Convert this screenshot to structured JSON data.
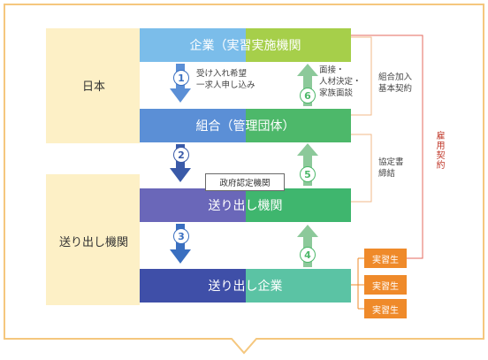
{
  "regions": {
    "japan_label": "日本",
    "sending_label": "送り出し機関"
  },
  "boxes": {
    "company_jp": "企業（実習実施機関",
    "union": "組合（管理団体）",
    "sending_org": "送り出し機関",
    "sending_company": "送り出し企業"
  },
  "steps": {
    "s1_num": "1",
    "s1_text_a": "受け入れ希望",
    "s1_text_b": "一求人申し込み",
    "s2_num": "2",
    "s3_num": "3",
    "s4_num": "4",
    "s5_num": "5",
    "s6_num": "6",
    "s6_text_a": "面接・",
    "s6_text_b": "人材決定・",
    "s6_text_c": "家族面談"
  },
  "gov_box": "政府認定機関",
  "contracts": {
    "basic_a": "組合加入",
    "basic_b": "基本契約",
    "agreement_a": "協定書",
    "agreement_b": "締結",
    "employment": "雇用契約"
  },
  "trainees": [
    "実習生",
    "実習生",
    "実習生"
  ],
  "colors": {
    "frame": "#f5c77e",
    "region_fill": "#fdf0c6",
    "blue_dark": "#3f5fb0",
    "blue_light": "#7bbdea",
    "green_light": "#a6cf4a",
    "green": "#4db86a",
    "purple": "#6a67b9",
    "teal": "#5bc3a4",
    "orange": "#ef8a2a",
    "contract_line": "#e46a5c"
  }
}
